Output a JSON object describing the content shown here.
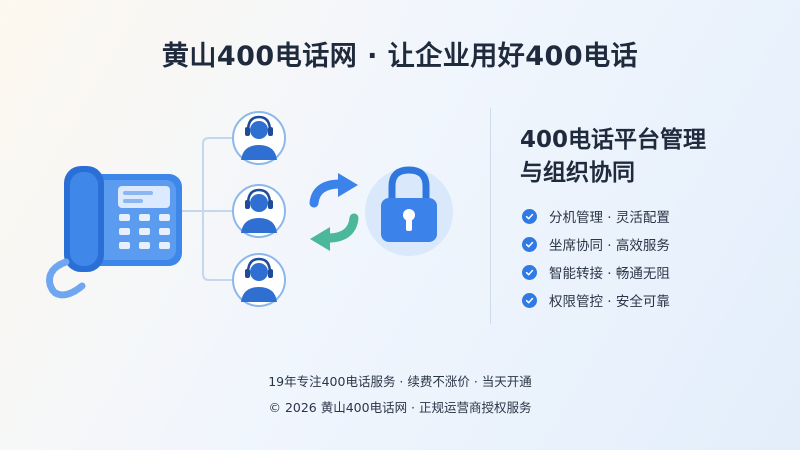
{
  "header": {
    "title": "黄山400电话网 · 让企业用好400电话"
  },
  "feature": {
    "title_line1": "400电话平台管理",
    "title_line2": "与组织协同",
    "items": [
      {
        "label": "分机管理 · 灵活配置"
      },
      {
        "label": "坐席协同 · 高效服务"
      },
      {
        "label": "智能转接 · 畅通无阻"
      },
      {
        "label": "权限管控 · 安全可靠"
      }
    ]
  },
  "footer": {
    "line1": "19年专注400电话服务 · 续费不涨价 · 当天开通",
    "line2": "© 2026 黄山400电话网 · 正规运营商授权服务"
  },
  "colors": {
    "primary_blue": "#2f7ae5",
    "accent_green": "#4cb89a",
    "text_dark": "#1f2b3d"
  },
  "icons": [
    "desk-phone-icon",
    "agent-headset-icon",
    "sync-arrows-icon",
    "padlock-icon",
    "check-circle-icon"
  ]
}
